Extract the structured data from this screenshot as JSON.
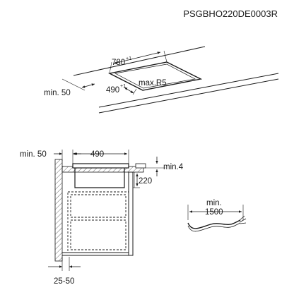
{
  "document_code": "PSGBHO220DE0003R",
  "top_view": {
    "length": "780",
    "length_tolerance": "+1",
    "width": "490",
    "width_tolerance": "+1",
    "corner_radius": "max.R5",
    "min_front_clearance": "min. 50"
  },
  "side_view": {
    "min_rear_clearance": "min. 50",
    "cutout_width": "490",
    "min_gap": "min.4",
    "height": "220",
    "worktop_thickness": "25-50"
  },
  "cable": {
    "min_length_label": "min.",
    "min_length_value": "1500"
  }
}
